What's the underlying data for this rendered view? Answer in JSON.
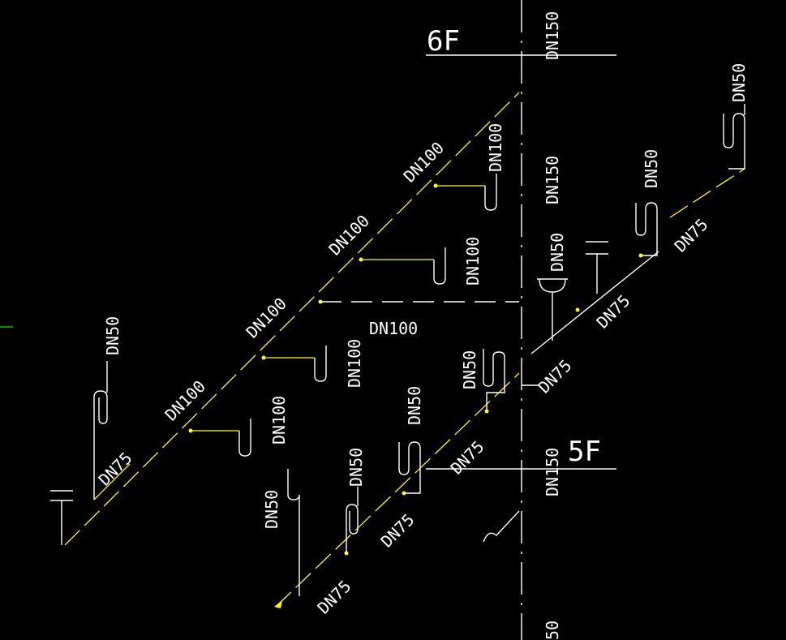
{
  "floors": {
    "upper": "6F",
    "lower": "5F"
  },
  "riser": {
    "top": "DN150",
    "mid": "DN150",
    "lower": "DN150",
    "bottom": "50"
  },
  "labels": {
    "main_dn100_1": "DN100",
    "main_dn100_2": "DN100",
    "main_dn100_3": "DN100",
    "main_dn100_4": "DN100",
    "branch_dn100_a": "DN100",
    "branch_dn100_b": "DN100",
    "branch_dn100_c": "DN100",
    "branch_dn100_d": "DN100",
    "branch_dn100_h": "DN100",
    "left_dn50": "DN50",
    "left_dn75": "DN75",
    "low_dn50_a": "DN50",
    "low_dn50_b": "DN50",
    "low_dn50_c": "DN50",
    "low_dn75_a": "DN75",
    "low_dn75_b": "DN75",
    "mid_dn50": "DN50",
    "mid_dn75": "DN75",
    "right_dn50_a": "DN50",
    "right_dn50_b": "DN50",
    "right_dn50_c": "DN50",
    "right_dn75_a": "DN75",
    "right_dn75_b": "DN75",
    "right_dn75_c": "DN75"
  },
  "colors": {
    "background": "#000000",
    "line_white": "#ffffff",
    "line_yellow": "#ffff00",
    "tick_green": "#00cc00"
  }
}
